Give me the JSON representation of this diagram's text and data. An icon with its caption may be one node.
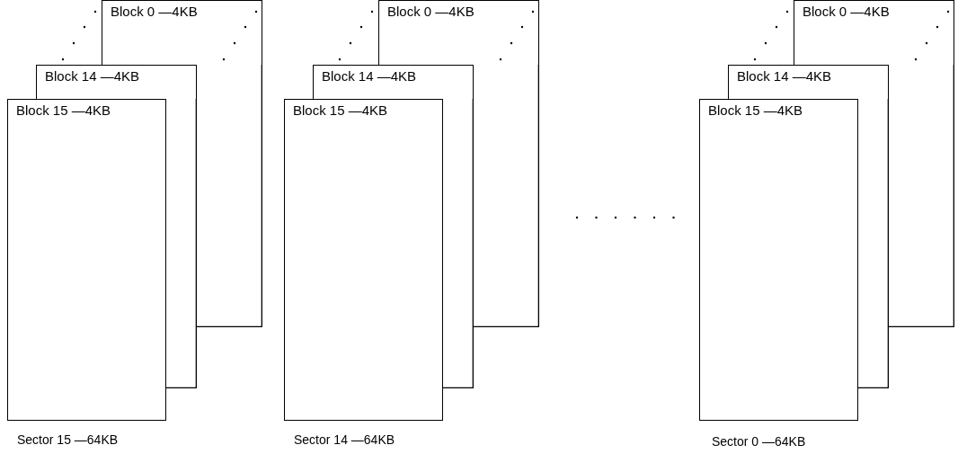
{
  "diagram": {
    "nodes": [
      {
        "text": [
          "Block 0 —4KB"
        ]
      },
      {
        "text": [
          "Block 14 —4KB"
        ]
      },
      {
        "text": [
          "Block 15 —4KB"
        ]
      },
      {
        "text": [
          "Block 0 —4KB"
        ]
      },
      {
        "text": [
          "Block 14 —4KB"
        ]
      },
      {
        "text": [
          "Block 15 —4KB"
        ]
      },
      {
        "text": [
          "Block 0 —4KB"
        ]
      },
      {
        "text": [
          "Block 14 —4KB"
        ]
      },
      {
        "text": [
          "Block 15 —4KB"
        ]
      }
    ],
    "labels": [
      "Sector 15 —64KB",
      "Sector 14 —64KB",
      "Sector 0 —64KB"
    ]
  }
}
